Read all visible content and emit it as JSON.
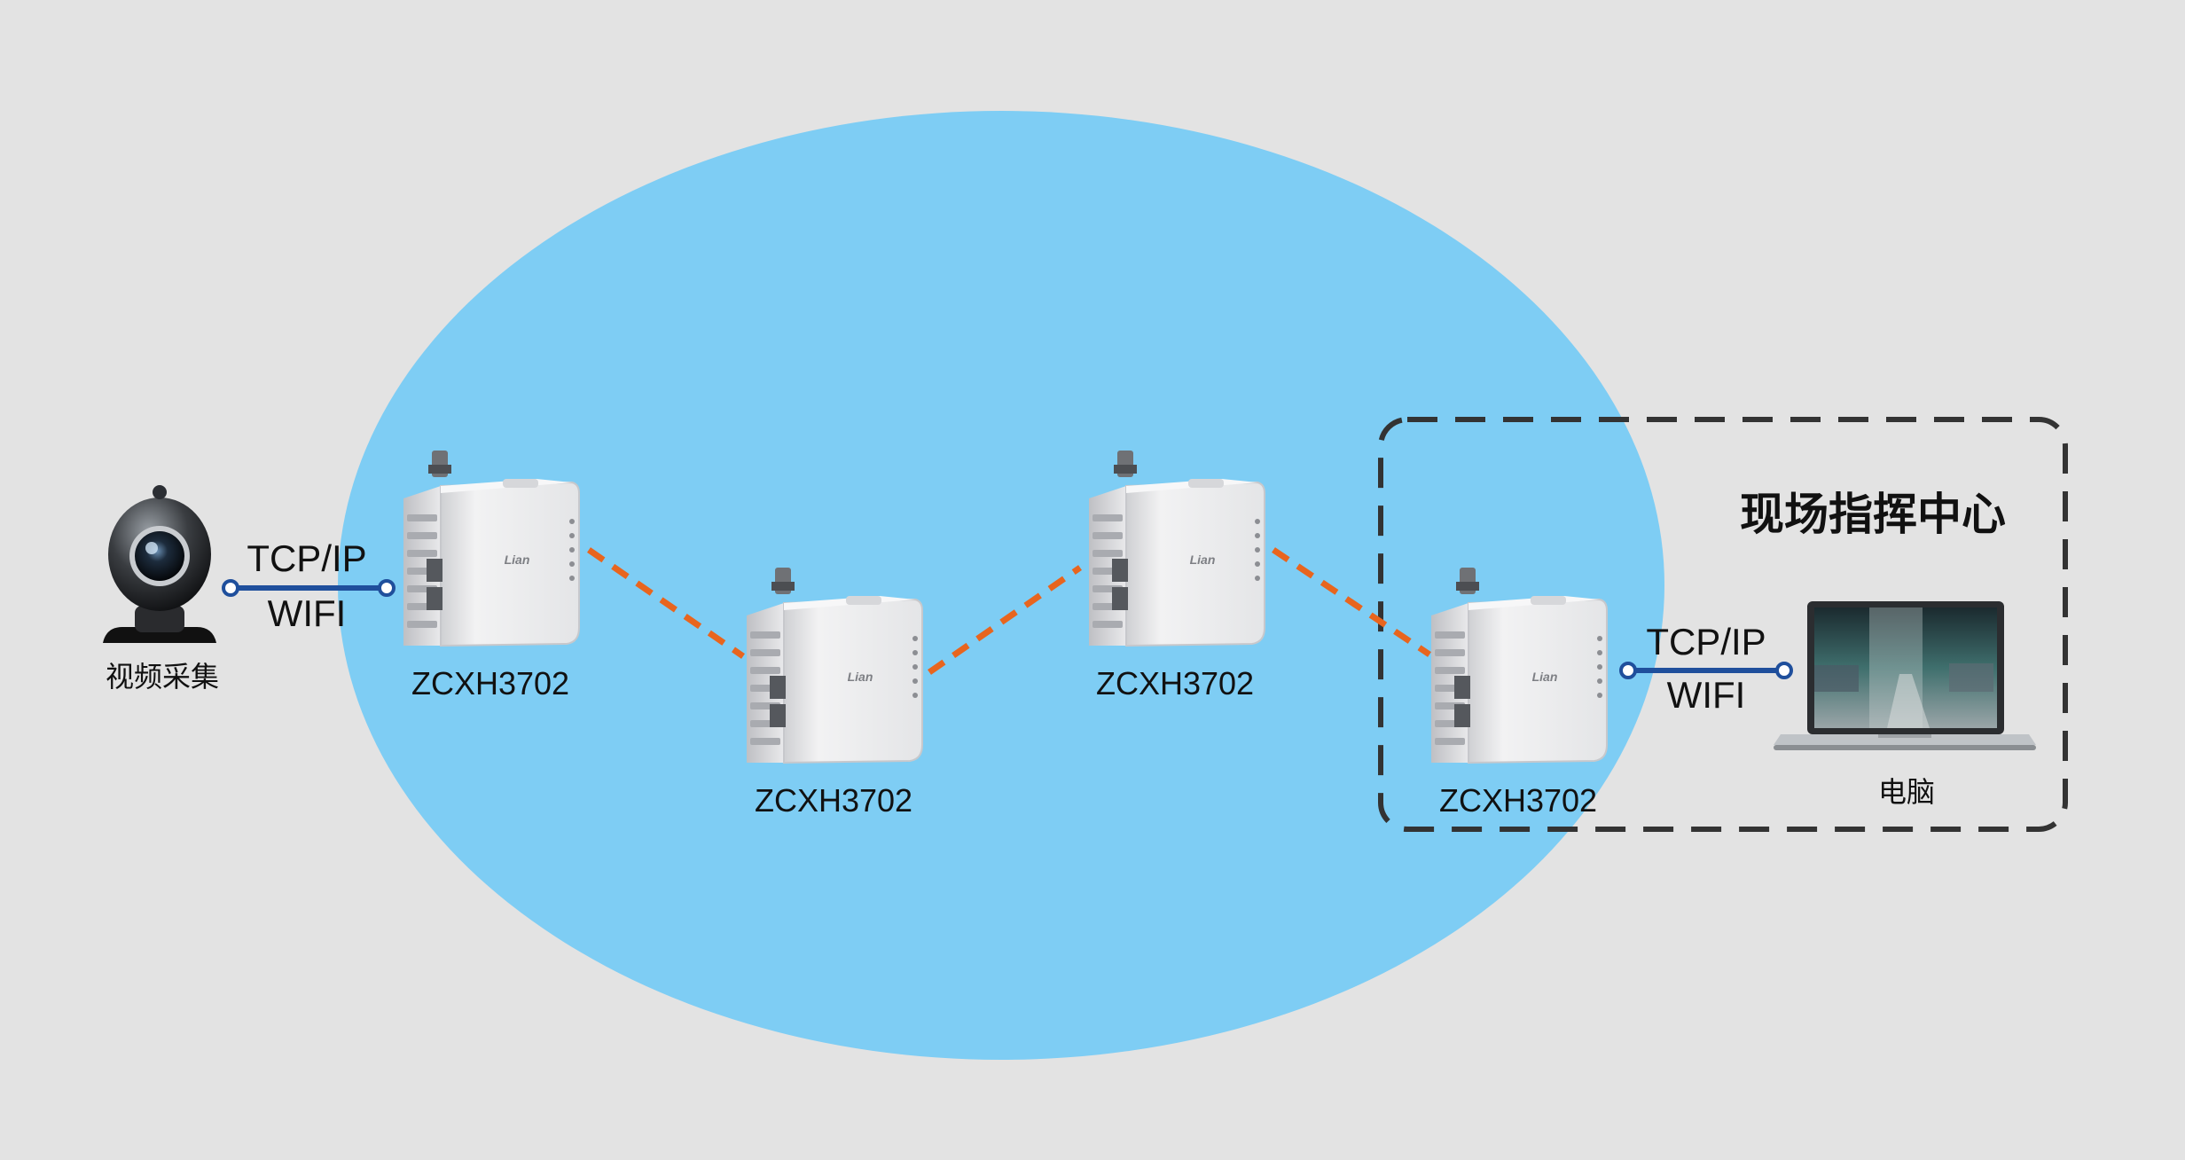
{
  "camera": {
    "icon": "webcam-icon",
    "caption": "视频采集"
  },
  "link_left": {
    "line1": "TCP/IP",
    "line2": "WIFI"
  },
  "link_right": {
    "line1": "TCP/IP",
    "line2": "WIFI"
  },
  "devices": [
    {
      "label": "ZCXH3702",
      "brand": "Lian"
    },
    {
      "label": "ZCXH3702",
      "brand": "Lian"
    },
    {
      "label": "ZCXH3702",
      "brand": "Lian"
    },
    {
      "label": "ZCXH3702",
      "brand": "Lian"
    }
  ],
  "command_center": {
    "title": "现场指挥中心"
  },
  "computer": {
    "icon": "laptop-icon",
    "caption": "电脑"
  },
  "colors": {
    "background": "#e3e3e3",
    "network_zone": "#7ecdf4",
    "mesh_link": "#e8651e",
    "wired_link": "#1f4f9c",
    "dashed_box": "#333333"
  }
}
